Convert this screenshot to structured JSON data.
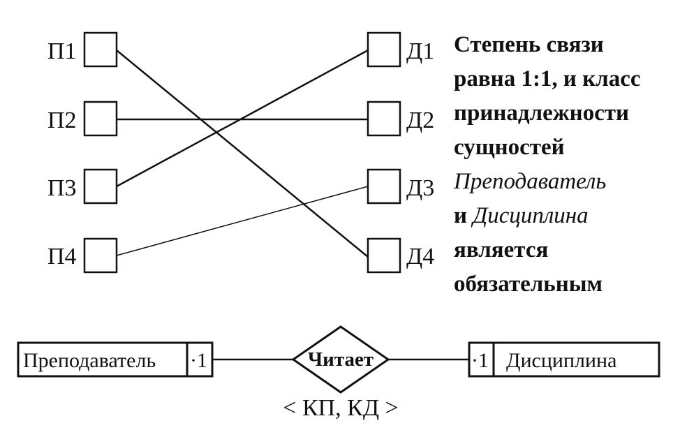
{
  "left_nodes": [
    "П1",
    "П2",
    "П3",
    "П4"
  ],
  "right_nodes": [
    "Д1",
    "Д2",
    "Д3",
    "Д4"
  ],
  "links": [
    {
      "from": "П1",
      "to": "Д4"
    },
    {
      "from": "П2",
      "to": "Д2"
    },
    {
      "from": "П3",
      "to": "Д1"
    },
    {
      "from": "П4",
      "to": "Д3"
    }
  ],
  "note": {
    "line1": "Степень связи",
    "line2": "равна 1:1, и класс",
    "line3": "принадлежности",
    "line4": "сущностей",
    "entity1": "Преподаватель",
    "conj": "и",
    "entity2": "Дисциплина",
    "line7": "является",
    "line8": "обязательным"
  },
  "er": {
    "left_entity": "Преподаватель",
    "left_card": "·1",
    "relationship": "Читает",
    "right_card": "·1",
    "right_entity": "Дисциплина",
    "key_label": "< КП, КД >"
  }
}
